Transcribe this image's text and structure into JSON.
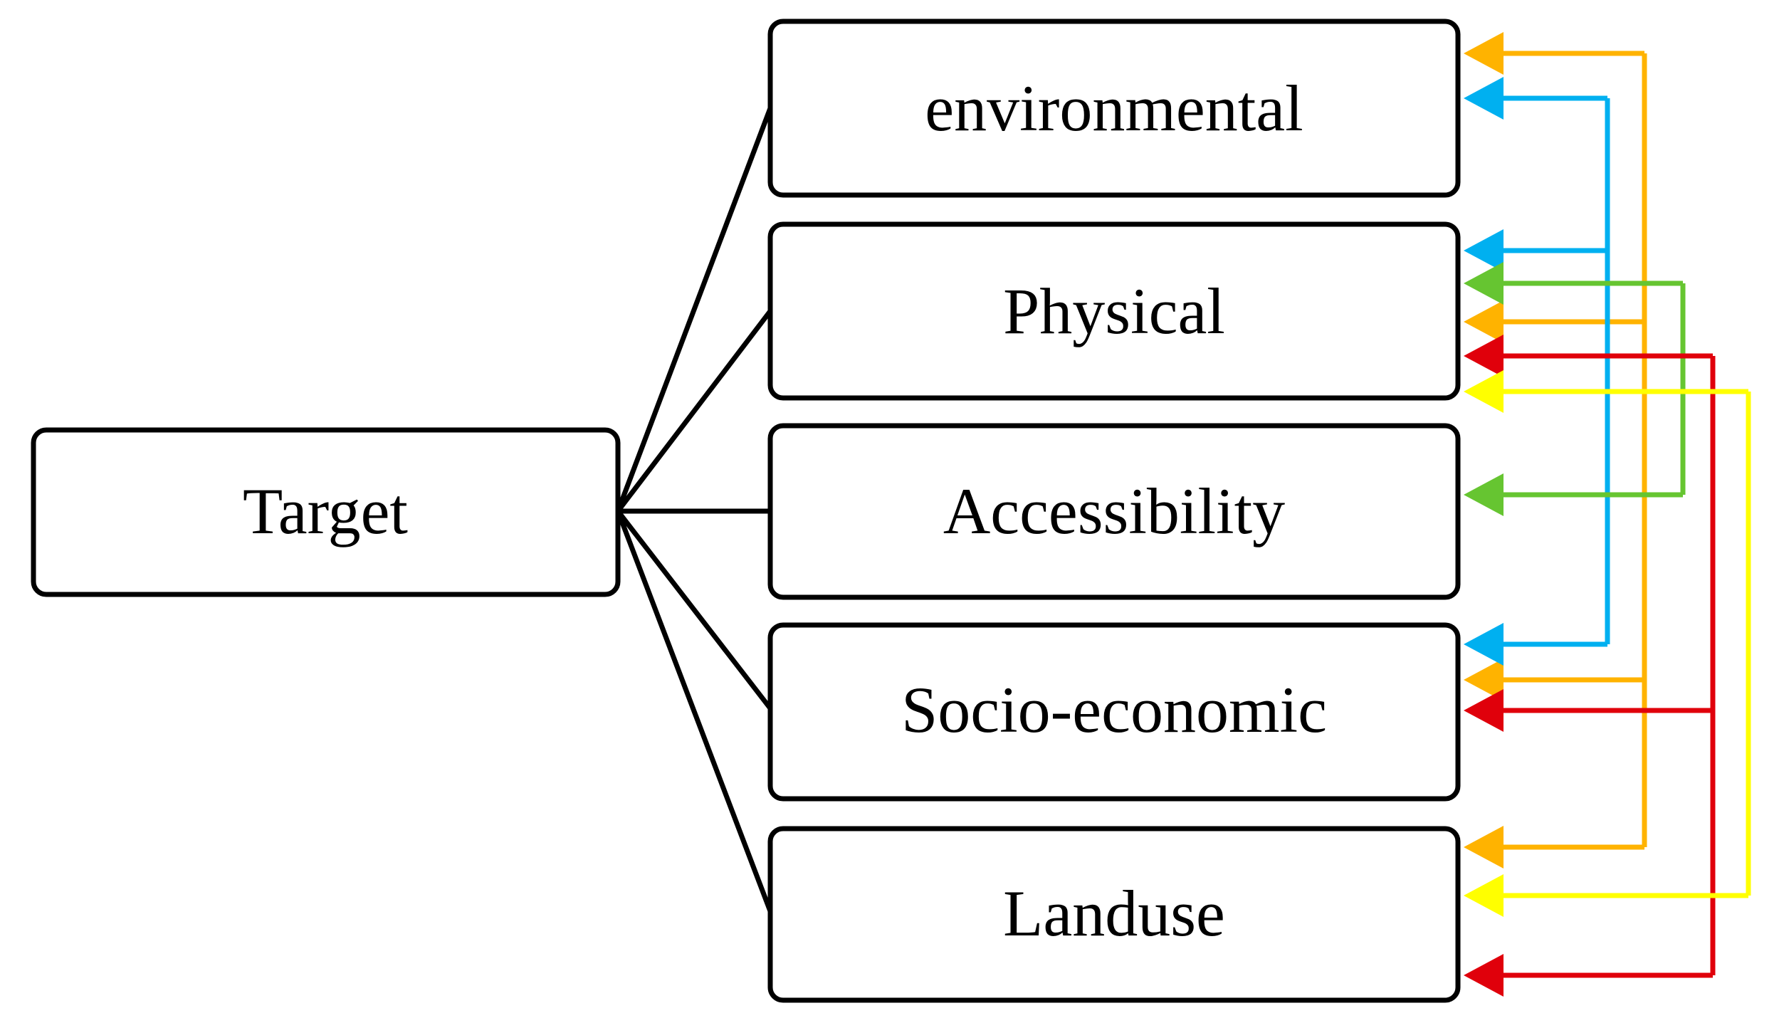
{
  "nodes": {
    "root": {
      "label": "Target"
    },
    "children": [
      {
        "id": "environmental",
        "label": "environmental"
      },
      {
        "id": "physical",
        "label": "Physical"
      },
      {
        "id": "accessibility",
        "label": "Accessibility"
      },
      {
        "id": "socio_economic",
        "label": "Socio-economic"
      },
      {
        "id": "landuse",
        "label": "Landuse"
      }
    ]
  },
  "connector_colors": {
    "orange": "#FFB300",
    "blue": "#00B0F0",
    "green": "#66C531",
    "red": "#E0000B",
    "yellow": "#FFFF00"
  },
  "connectors": [
    {
      "color": "orange",
      "targets": [
        "environmental",
        "physical",
        "socio_economic",
        "landuse"
      ]
    },
    {
      "color": "blue",
      "targets": [
        "environmental",
        "physical",
        "socio_economic"
      ]
    },
    {
      "color": "green",
      "targets": [
        "physical",
        "accessibility"
      ]
    },
    {
      "color": "red",
      "targets": [
        "physical",
        "socio_economic",
        "landuse"
      ]
    },
    {
      "color": "yellow",
      "targets": [
        "physical",
        "landuse"
      ]
    }
  ]
}
